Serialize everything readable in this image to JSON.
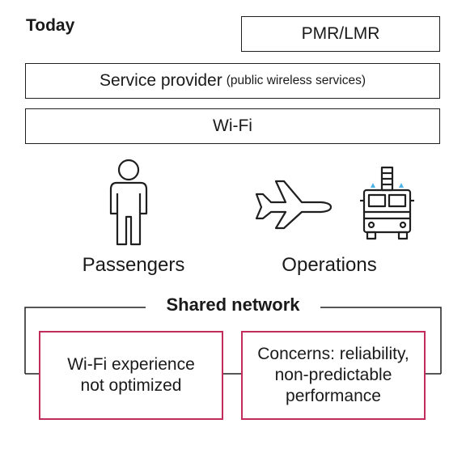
{
  "today_label": "Today",
  "layers": {
    "pmr": "PMR/LMR",
    "service_provider": "Service provider",
    "service_provider_note": "(public wireless services)",
    "wifi": "Wi-Fi"
  },
  "users": {
    "passengers": "Passengers",
    "operations": "Operations"
  },
  "shared": {
    "title": "Shared network",
    "issue_1": "Wi-Fi experience\nnot optimized",
    "issue_2": "Concerns: reliability,\nnon-predictable\nperformance"
  },
  "colors": {
    "issue_border": "#c22c5a",
    "beacon": "#4fb3e8"
  },
  "icons": [
    "person-icon",
    "airplane-icon",
    "fire-truck-icon"
  ]
}
